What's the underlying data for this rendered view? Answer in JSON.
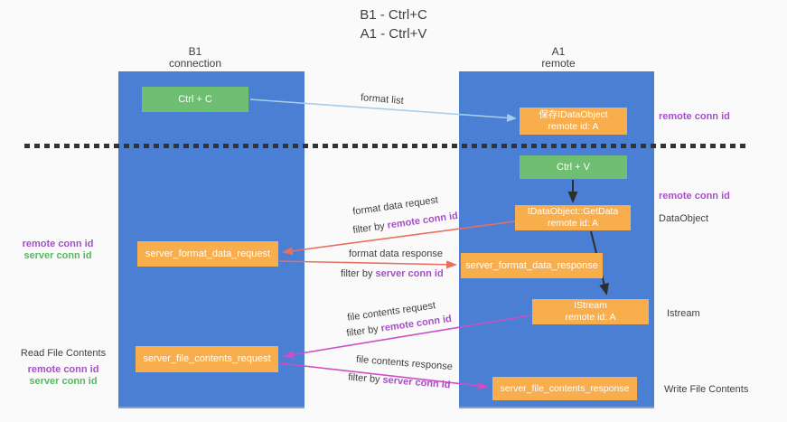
{
  "title": {
    "line1": "B1 - Ctrl+C",
    "line2": "A1 - Ctrl+V"
  },
  "lifelines": {
    "left": {
      "name": "B1",
      "role": "connection"
    },
    "right": {
      "name": "A1",
      "role": "remote"
    }
  },
  "nodes": {
    "ctrl_c": {
      "label": "Ctrl + C"
    },
    "stored_dataobject": {
      "line1": "保存IDataObject",
      "line2": "remote id: A"
    },
    "ctrl_v": {
      "label": "Ctrl + V"
    },
    "getdata": {
      "line1": "IDataObject::GetData",
      "line2": "remote id: A"
    },
    "format_request": {
      "label": "server_format_data_request"
    },
    "format_response": {
      "label": "server_format_data_response"
    },
    "istream": {
      "line1": "IStream",
      "line2": "remote id: A"
    },
    "file_request": {
      "label": "server_file_contents_request"
    },
    "file_response": {
      "label": "server_file_contents_response"
    }
  },
  "annotations": {
    "remote_conn_id_top": "remote conn id",
    "remote_conn_id_mid": "remote conn id",
    "dataobject": "DataObject",
    "istream": "Istream",
    "write_file_contents": "Write File Contents",
    "read_file_contents": "Read File Contents",
    "left_group_top": {
      "remote": "remote conn id",
      "server": "server conn id"
    },
    "left_group_bottom": {
      "remote": "remote conn id",
      "server": "server conn id"
    }
  },
  "arrows": {
    "format_list": {
      "label": "format list"
    },
    "format_data_request": {
      "label": "format data request",
      "filter_prefix": "filter by",
      "filter_key": "remote conn id"
    },
    "format_data_response": {
      "label": "format data response",
      "filter_prefix": "filter by",
      "filter_key": "server conn id"
    },
    "file_contents_request": {
      "label": "file contents request",
      "filter_prefix": "filter by",
      "filter_key": "remote conn id"
    },
    "file_contents_response": {
      "label": "file contents response",
      "filter_prefix": "filter by",
      "filter_key": "server conn id"
    }
  },
  "colors": {
    "lifeline_blue": "#4a7fd4",
    "action_green": "#6ebf71",
    "message_orange": "#f9ae4d",
    "remote_purple": "#a64fc8",
    "server_green": "#55b95e",
    "arrow_salmon": "#e96f5e",
    "arrow_magenta": "#ce4fc4",
    "arrow_lightblue": "#a5cdec",
    "arrow_black": "#2e2e2e"
  }
}
